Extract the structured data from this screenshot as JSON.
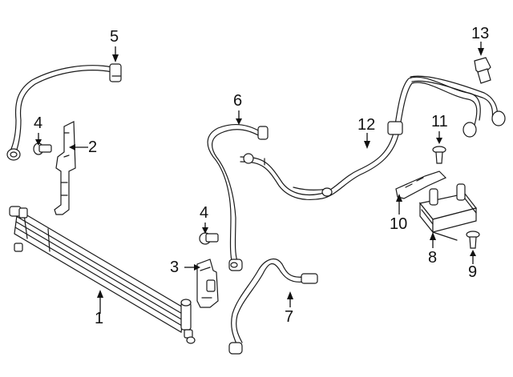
{
  "callouts": [
    {
      "id": "1",
      "label": "1"
    },
    {
      "id": "2",
      "label": "2"
    },
    {
      "id": "3",
      "label": "3"
    },
    {
      "id": "4a",
      "label": "4"
    },
    {
      "id": "4b",
      "label": "4"
    },
    {
      "id": "5",
      "label": "5"
    },
    {
      "id": "6",
      "label": "6"
    },
    {
      "id": "7",
      "label": "7"
    },
    {
      "id": "8",
      "label": "8"
    },
    {
      "id": "9",
      "label": "9"
    },
    {
      "id": "10",
      "label": "10"
    },
    {
      "id": "11",
      "label": "11"
    },
    {
      "id": "12",
      "label": "12"
    },
    {
      "id": "13",
      "label": "13"
    }
  ]
}
